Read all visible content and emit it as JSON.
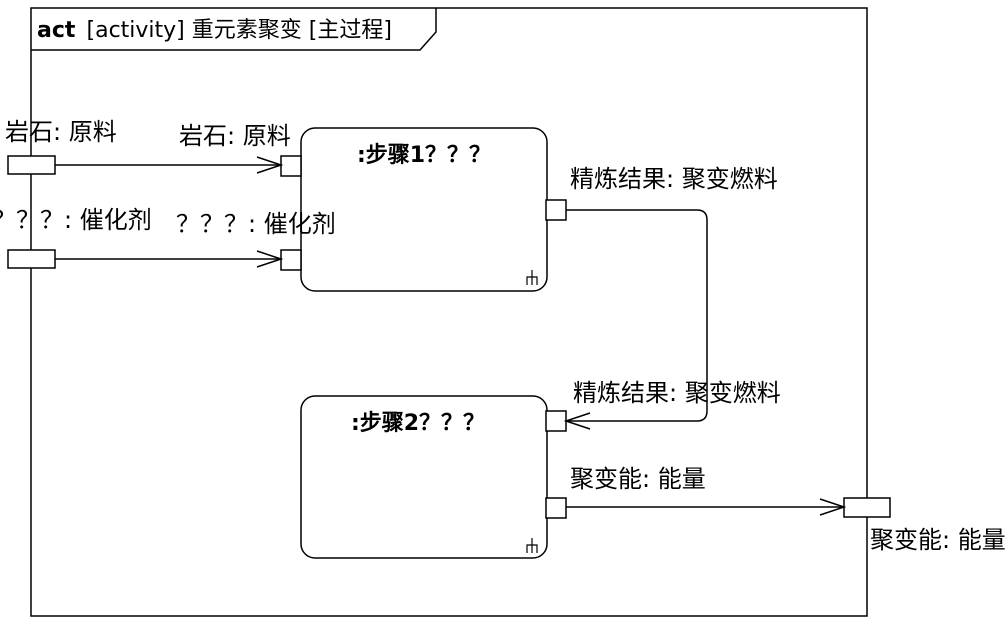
{
  "frame": {
    "kind": "act",
    "title": "[activity] 重元素聚变 [主过程]"
  },
  "actions": [
    {
      "name": ":步骤1？？？"
    },
    {
      "name": ":步骤2？？？"
    }
  ],
  "parameters": {
    "rock_in": "岩石: 原料",
    "catalyst_in": "？？？: 催化剂",
    "energy_out": "聚变能: 能量"
  },
  "pins": {
    "step1_rock": "岩石: 原料",
    "step1_catalyst": "？？？: 催化剂",
    "step1_out": "精炼结果: 聚变燃料",
    "step2_in": "精炼结果: 聚变燃料",
    "step2_out": "聚变能: 能量"
  },
  "icons": {
    "call_behavior": "rake-icon",
    "flow_arrow": "open-arrowhead-icon"
  },
  "colors": {
    "stroke": "#000000",
    "fill": "#ffffff"
  }
}
